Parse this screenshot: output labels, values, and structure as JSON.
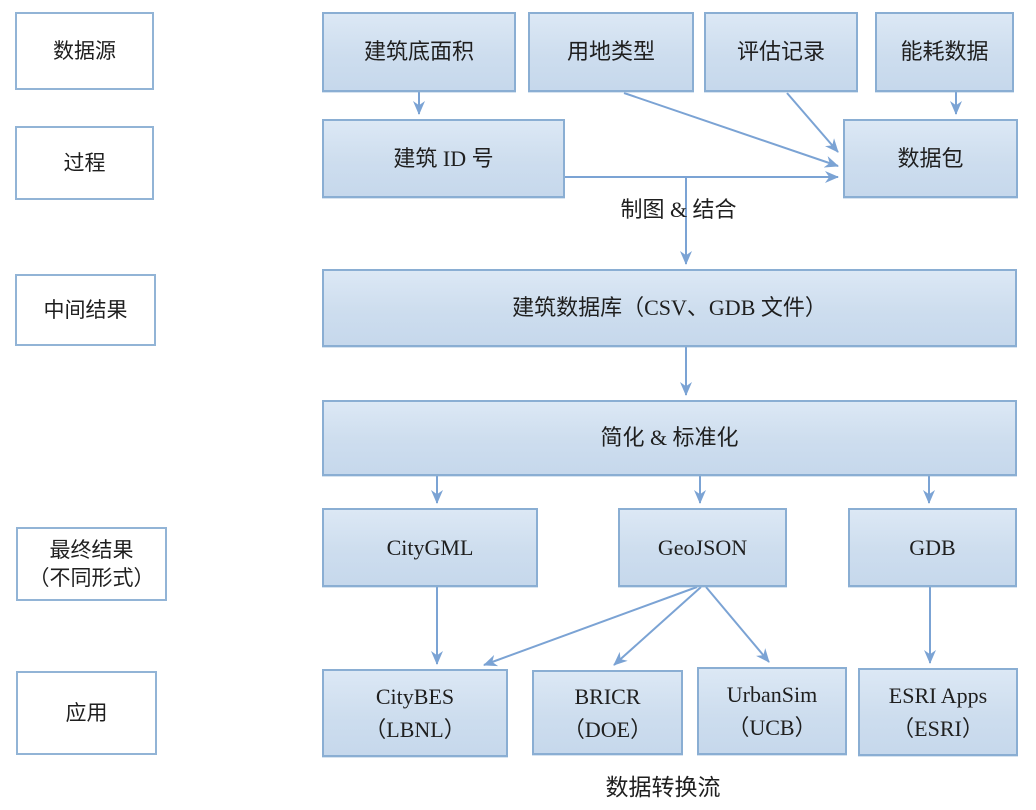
{
  "figure": {
    "caption": "数据转换流",
    "edge_label": "制图 & 结合",
    "colors": {
      "box_fill_top": "#dce8f5",
      "box_fill_bottom": "#c6d8ec",
      "box_border": "#8aaed3",
      "white_box_fill": "#ffffff",
      "arrow": "#7ba3d4",
      "text": "#1f1f1f"
    },
    "row_labels": {
      "sources": "数据源",
      "process": "过程",
      "intermediate": "中间结果",
      "final_1": "最终结果",
      "final_2": "（不同形式）",
      "application": "应用"
    },
    "nodes": {
      "footprint": "建筑底面积",
      "landuse": "用地类型",
      "assessment": "评估记录",
      "energy": "能耗数据",
      "building_id": "建筑 ID 号",
      "data_package": "数据包",
      "database": "建筑数据库（CSV、GDB 文件）",
      "simplify": "简化 & 标准化",
      "citygml": "CityGML",
      "geojson": "GeoJSON",
      "gdb": "GDB",
      "citybes_1": "CityBES",
      "citybes_2": "（LBNL）",
      "bricr_1": "BRICR",
      "bricr_2": "（DOE）",
      "urbansim_1": "UrbanSim",
      "urbansim_2": "（UCB）",
      "esri_1": "ESRI Apps",
      "esri_2": "（ESRI）"
    }
  }
}
